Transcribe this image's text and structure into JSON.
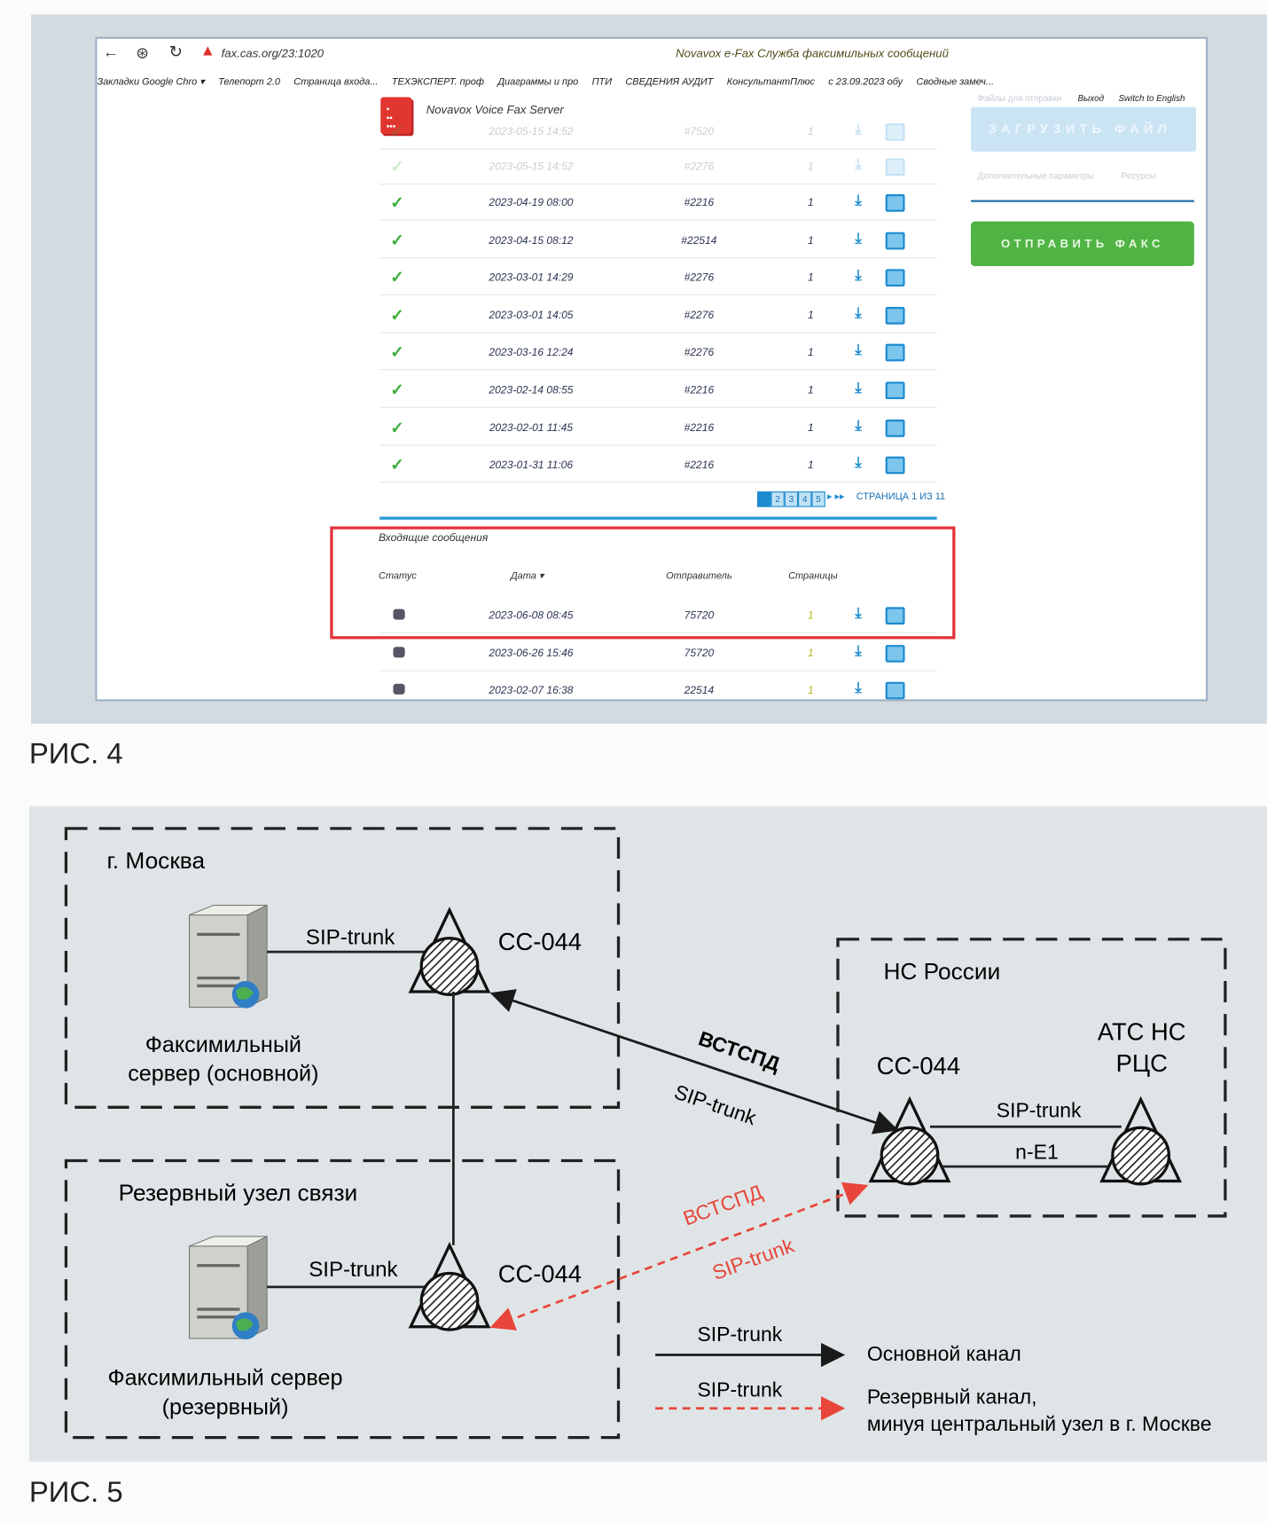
{
  "figure4": {
    "caption": "РИС. 4",
    "browser": {
      "url": "fax.cas.org/23:1020",
      "title": "Novavox e-Fax Служба факсимильных сообщений",
      "bookmarks": [
        "Закладки Google Chro ▾",
        "Телепорт 2.0",
        "Страница входа...",
        "ТЕХЭКСПЕРТ. проф",
        "Диаграммы и про",
        "ПТИ",
        "СВЕДЕНИЯ АУДИТ",
        "КонсультантПлюс",
        "с 23.09.2023 обу",
        "Сводные замеч..."
      ]
    },
    "app": {
      "logo_text": "Novavox Voice Fax Server",
      "faded_rows": [
        {
          "date": "2023-05-15 14:52",
          "sender": "#7520",
          "pages": "1"
        },
        {
          "date": "2023-05-15 14:52",
          "sender": "#2276",
          "pages": "1"
        }
      ],
      "sent_rows": [
        {
          "date": "2023-04-19 08:00",
          "sender": "#2216",
          "pages": "1"
        },
        {
          "date": "2023-04-15 08:12",
          "sender": "#22514",
          "pages": "1"
        },
        {
          "date": "2023-03-01 14:29",
          "sender": "#2276",
          "pages": "1"
        },
        {
          "date": "2023-03-01 14:05",
          "sender": "#2276",
          "pages": "1"
        },
        {
          "date": "2023-03-16 12:24",
          "sender": "#2276",
          "pages": "1"
        },
        {
          "date": "2023-02-14 08:55",
          "sender": "#2216",
          "pages": "1"
        },
        {
          "date": "2023-02-01 11:45",
          "sender": "#2216",
          "pages": "1"
        },
        {
          "date": "2023-01-31 11:06",
          "sender": "#2216",
          "pages": "1"
        }
      ],
      "pager": {
        "pages": [
          "1",
          "2",
          "3",
          "4",
          "5"
        ],
        "nav": "▸ ▸▸",
        "label": "СТРАНИЦА 1 ИЗ 11"
      },
      "incoming": {
        "title": "Входящие сообщения",
        "headers": {
          "status": "Статус",
          "date": "Дата ▾",
          "sender": "Отправитель",
          "pages": "Страницы"
        },
        "rows": [
          {
            "date": "2023-06-08 08:45",
            "sender": "75720",
            "pages": "1"
          },
          {
            "date": "2023-06-26 15:46",
            "sender": "75720",
            "pages": "1"
          },
          {
            "date": "2023-02-07 16:38",
            "sender": "22514",
            "pages": "1"
          }
        ]
      },
      "panel": {
        "files_label": "Файлы для отправки",
        "upload": "ЗАГРУЗИТЬ ФАЙЛ",
        "logout": "Выход",
        "switch_lang": "Switch to English",
        "extra": "Дополнительные параметры",
        "resources": "Ресурсы",
        "send": "ОТПРАВИТЬ ФАКС"
      }
    }
  },
  "figure5": {
    "caption": "РИС. 5",
    "moscow": {
      "title": "г. Москва",
      "link": "SIP-trunk",
      "node": "СС-044",
      "server": [
        "Факсимильный",
        "сервер (основной)"
      ]
    },
    "reserve": {
      "title": "Резервный узел связи",
      "link": "SIP-trunk",
      "node": "СС-044",
      "server": [
        "Факсимильный сервер",
        "(резервный)"
      ]
    },
    "russia": {
      "title": "НС России",
      "node": "СС-044",
      "ats": [
        "АТС НС",
        "РЦС"
      ],
      "link1": "SIP-trunk",
      "link2": "n-E1"
    },
    "main_link": {
      "net": "ВСТСПД",
      "proto": "SIP-trunk"
    },
    "backup_link": {
      "net": "ВСТСПД",
      "proto": "SIP-trunk"
    },
    "legend": {
      "main": {
        "proto": "SIP-trunk",
        "label": "Основной канал"
      },
      "backup": {
        "proto": "SIP-trunk",
        "label": [
          "Резервный канал,",
          "минуя центральный узел в г. Москве"
        ]
      }
    },
    "colors": {
      "main": "#1a1a1a",
      "backup": "#e8463a"
    }
  }
}
